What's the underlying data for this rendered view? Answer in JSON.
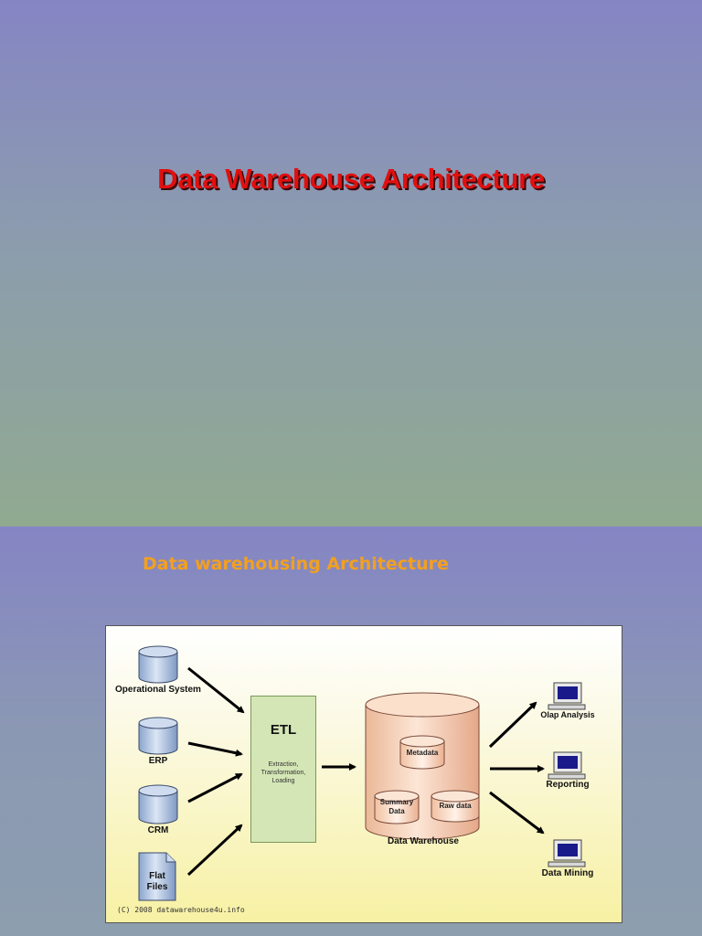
{
  "slide1": {
    "title": "Data Warehouse Architecture"
  },
  "slide2": {
    "title": "Data warehousing Architecture",
    "diagram": {
      "sources": [
        "Operational System",
        "ERP",
        "CRM",
        "Flat Files"
      ],
      "etl": {
        "title": "ETL",
        "description_lines": [
          "Extraction,",
          "Transformation,",
          "Loading"
        ]
      },
      "warehouse": {
        "label": "Data Warehouse",
        "components": [
          "Metadata",
          "Summary Data",
          "Raw data"
        ]
      },
      "outputs": [
        "Olap Analysis",
        "Reporting",
        "Data Mining"
      ],
      "copyright": "(C) 2008 datawarehouse4u.info"
    }
  },
  "colors": {
    "title_red": "#e01010",
    "subtitle_orange": "#f2a020",
    "cylinder_blue": "#b8cce8",
    "etl_green": "#d4e6b6",
    "warehouse_peach": "#f7d0b4"
  },
  "icons": [
    "database-cylinder-icon",
    "document-icon",
    "computer-monitor-icon",
    "arrow-icon"
  ]
}
